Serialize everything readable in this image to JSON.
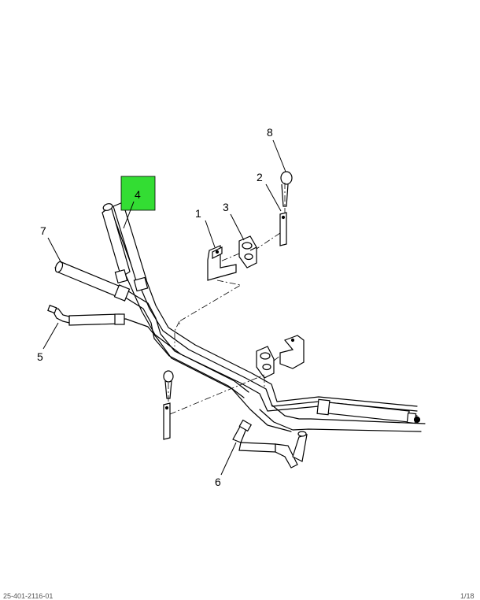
{
  "callouts": {
    "c1": "1",
    "c2": "2",
    "c3": "3",
    "c4": "4",
    "c5": "5",
    "c6": "6",
    "c7": "7",
    "c8": "8"
  },
  "highlight": {
    "color": "#33dd33"
  },
  "footer": {
    "left": "25-401-2116-01",
    "right": "1/18"
  }
}
